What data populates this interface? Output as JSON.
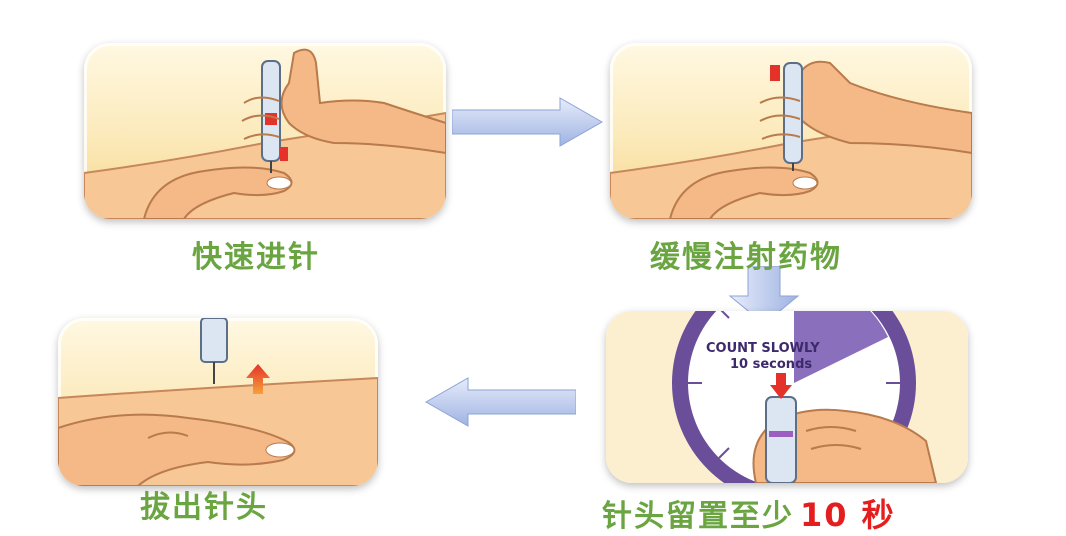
{
  "steps": [
    {
      "caption": "快速进针"
    },
    {
      "caption": "缓慢注射药物"
    },
    {
      "caption": "针头留置至少",
      "highlight": "10 秒"
    },
    {
      "caption": "拔出针头"
    }
  ],
  "clock": {
    "line1": "COUNT SLOWLY",
    "line2": "10 seconds"
  },
  "colors": {
    "caption_green": "#6aa541",
    "highlight_red": "#e41e1e",
    "arrow_blue": "#b3c4ec",
    "panel_bg": "#fbe9b9"
  },
  "icons": [
    "right-arrow-icon",
    "down-arrow-icon",
    "left-arrow-icon",
    "insulin-pen-icon",
    "red-up-arrow-icon",
    "red-down-arrow-icon"
  ]
}
